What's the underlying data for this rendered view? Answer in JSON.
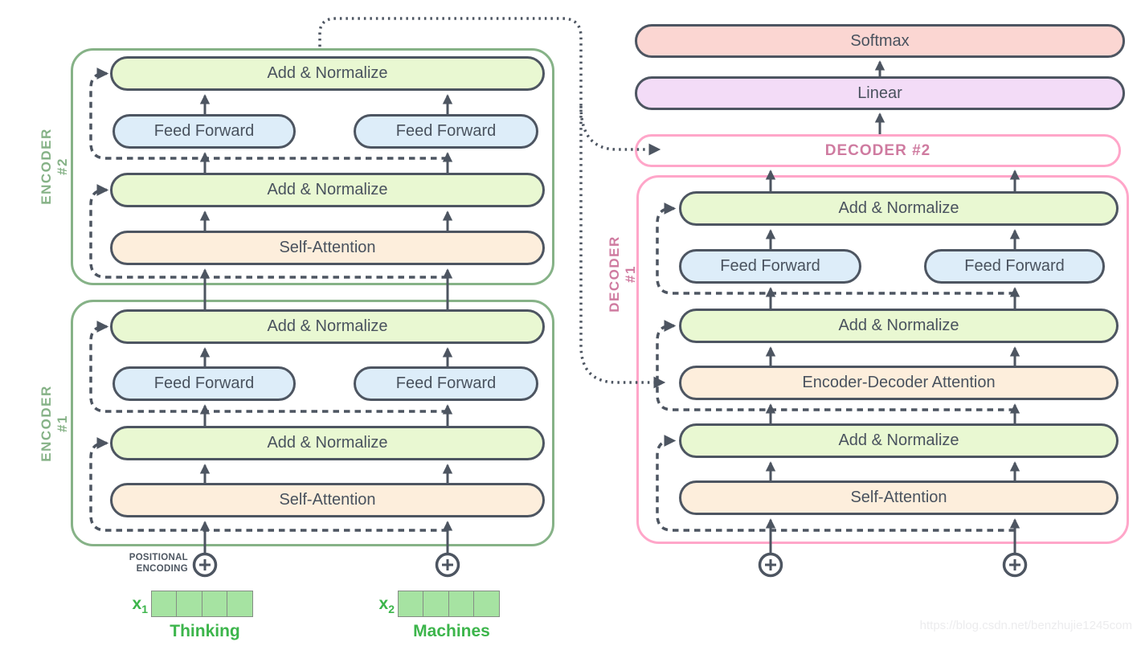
{
  "colors": {
    "outline_dark": "#4d5561",
    "text_dark": "#49525e",
    "add_normalize_fill": "#e9f8d2",
    "feed_forward_fill": "#ddedf9",
    "attention_fill": "#fdeedc",
    "softmax_fill": "#fbd6d2",
    "linear_fill": "#f3dcf7",
    "encoder_green": "#86b287",
    "decoder_pink": "#ffa6c9",
    "decoder_label_pink": "#cf7ba0",
    "input_green": "#3cb54b",
    "vector_fill": "#a6e3a2",
    "watermark_gray": "#ececee"
  },
  "icons": {
    "plus_circle": "circle with plus sign (positional encoding add)"
  },
  "output_head": {
    "softmax": "Softmax",
    "linear": "Linear"
  },
  "encoder2": {
    "label": "ENCODER #2",
    "add_norm_top": "Add & Normalize",
    "feed_forward_left": "Feed Forward",
    "feed_forward_right": "Feed Forward",
    "add_norm_bottom": "Add & Normalize",
    "self_attention": "Self-Attention"
  },
  "encoder1": {
    "label": "ENCODER #1",
    "add_norm_top": "Add & Normalize",
    "feed_forward_left": "Feed Forward",
    "feed_forward_right": "Feed Forward",
    "add_norm_bottom": "Add & Normalize",
    "self_attention": "Self-Attention"
  },
  "decoder2": {
    "label": "DECODER #2"
  },
  "decoder1": {
    "label": "DECODER #1",
    "add_norm_top": "Add & Normalize",
    "feed_forward_left": "Feed Forward",
    "feed_forward_right": "Feed Forward",
    "add_norm_mid": "Add & Normalize",
    "enc_dec_attention": "Encoder-Decoder Attention",
    "add_norm_bottom": "Add & Normalize",
    "self_attention": "Self-Attention"
  },
  "inputs": {
    "positional_encoding_line1": "POSITIONAL",
    "positional_encoding_line2": "ENCODING",
    "x1_base": "x",
    "x1_sub": "1",
    "x2_base": "x",
    "x2_sub": "2",
    "word1": "Thinking",
    "word2": "Machines",
    "vector_cell_count": 4
  },
  "watermark": {
    "text": "https://blog.csdn.net/benzhujie1245com"
  }
}
